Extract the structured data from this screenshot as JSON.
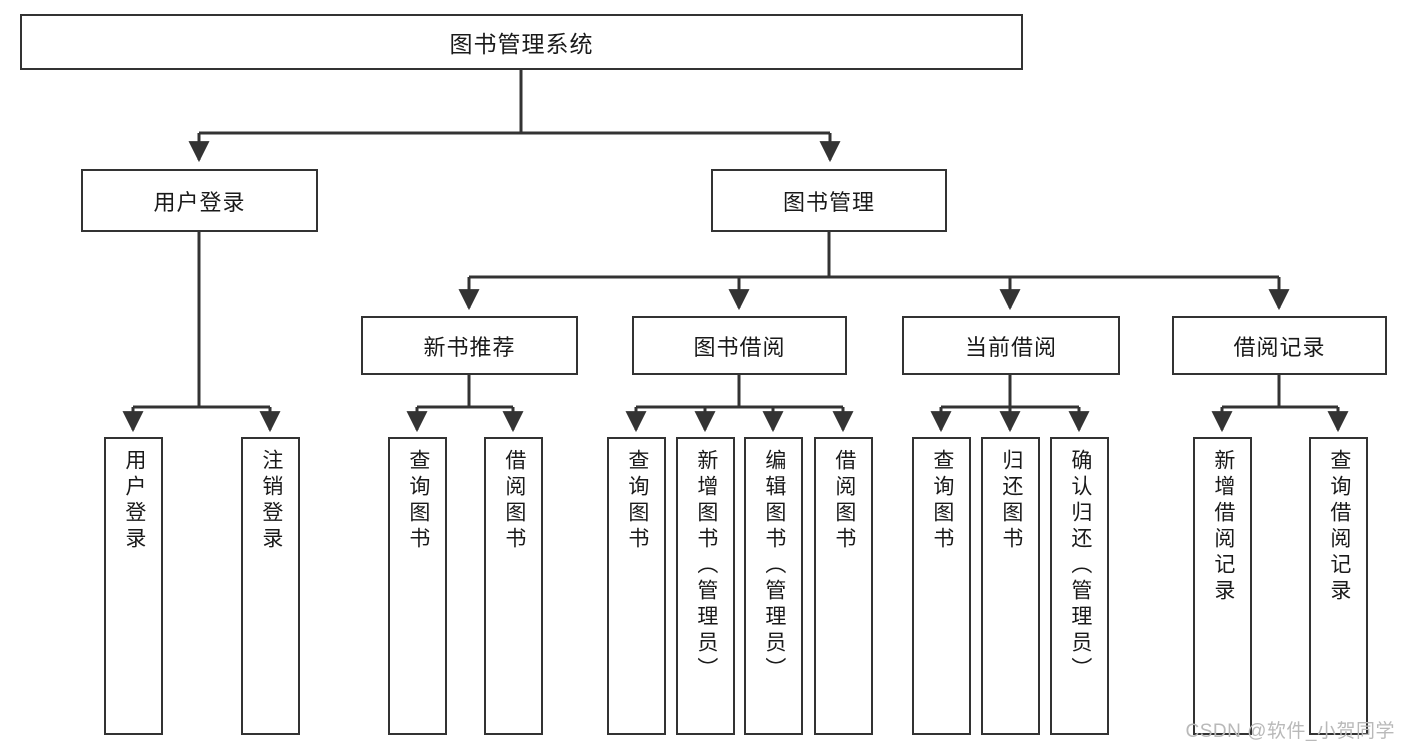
{
  "diagram": {
    "title": "图书管理系统",
    "type": "hierarchy-tree",
    "levels": 4,
    "colors": {
      "box_border": "#333333",
      "box_fill": "#ffffff",
      "edge": "#333333",
      "text": "#1a1a1a",
      "watermark": "#b9b9b9",
      "background": "#ffffff"
    }
  },
  "root": {
    "label": "图书管理系统"
  },
  "level2": [
    {
      "label": "用户登录"
    },
    {
      "label": "图书管理"
    }
  ],
  "level3": [
    {
      "label": "新书推荐"
    },
    {
      "label": "图书借阅"
    },
    {
      "label": "当前借阅"
    },
    {
      "label": "借阅记录"
    }
  ],
  "leaves": {
    "user_login": [
      {
        "label": "用户登录"
      },
      {
        "label": "注销登录"
      }
    ],
    "new_book_recommend": [
      {
        "label": "查询图书"
      },
      {
        "label": "借阅图书"
      }
    ],
    "book_borrow": [
      {
        "label": "查询图书"
      },
      {
        "label": "新增图书（管理员）"
      },
      {
        "label": "编辑图书（管理员）"
      },
      {
        "label": "借阅图书"
      }
    ],
    "current_borrow": [
      {
        "label": "查询图书"
      },
      {
        "label": "归还图书"
      },
      {
        "label": "确认归还（管理员）"
      }
    ],
    "borrow_records": [
      {
        "label": "新增借阅记录"
      },
      {
        "label": "查询借阅记录"
      }
    ]
  },
  "watermark": {
    "text": "CSDN @软件_小贺同学"
  }
}
